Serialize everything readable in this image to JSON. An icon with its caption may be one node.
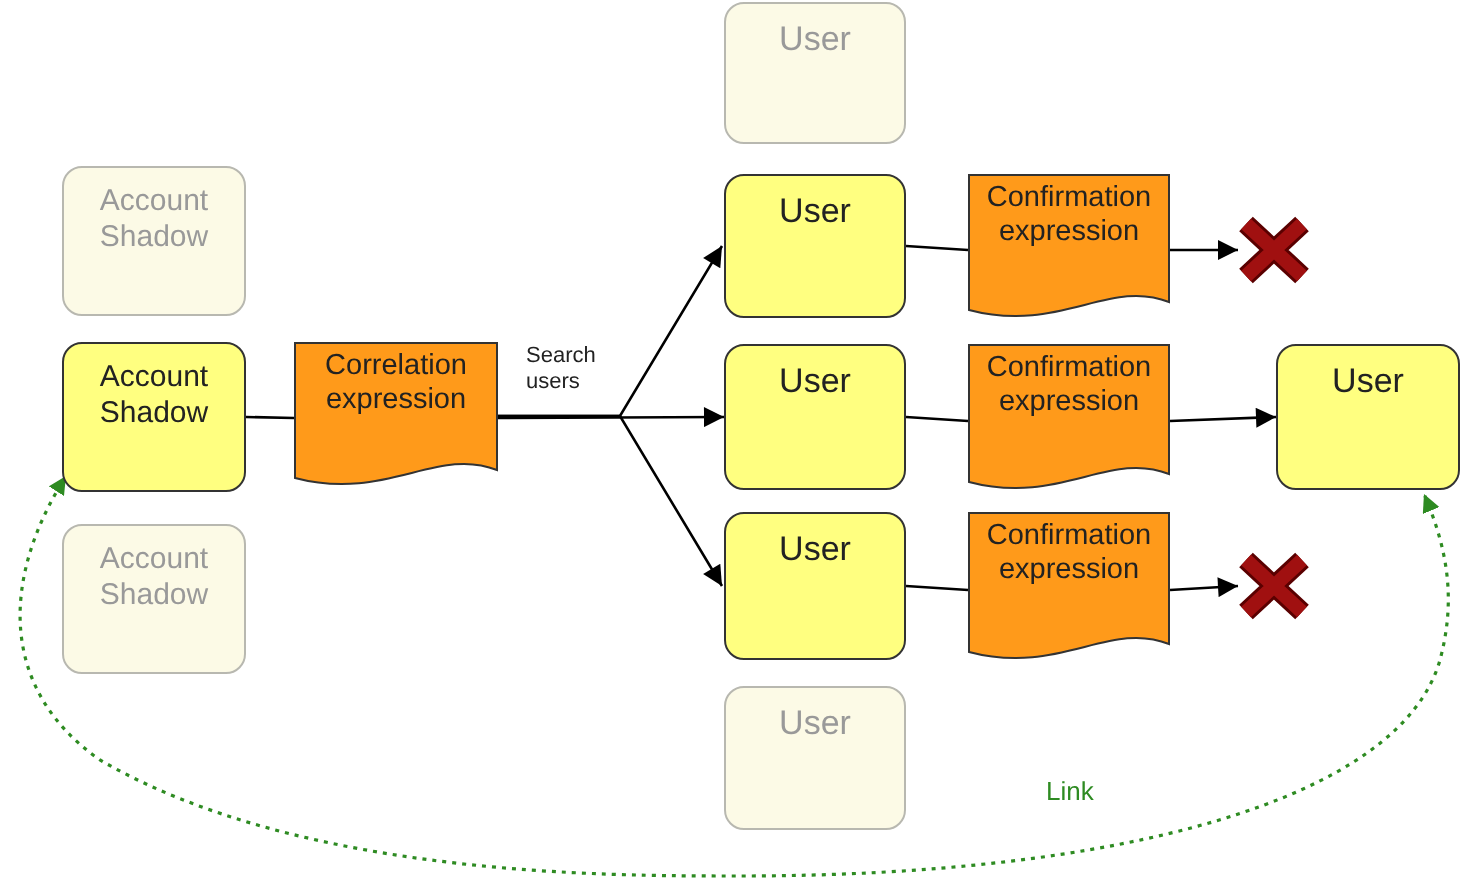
{
  "diagram": {
    "nodes": [
      {
        "text": [
          "Account Shadow"
        ]
      },
      {
        "text": [
          "Account Shadow"
        ]
      },
      {
        "text": [
          "Account Shadow"
        ]
      },
      {
        "text": [
          "Correlation expression"
        ]
      },
      {
        "text": [
          "User"
        ]
      },
      {
        "text": [
          "User"
        ]
      },
      {
        "text": [
          "Confirmation expression"
        ]
      },
      {
        "text": [
          "User"
        ]
      },
      {
        "text": [
          "Confirmation expression"
        ]
      },
      {
        "text": [
          "User"
        ]
      },
      {
        "text": [
          "User"
        ]
      },
      {
        "text": [
          "Confirmation expression"
        ]
      },
      {
        "text": [
          "User"
        ]
      },
      {
        "text": [],
        "shape": "cross"
      },
      {
        "text": [],
        "shape": "cross"
      }
    ],
    "edges": [
      {
        "from": 1,
        "to": 3,
        "arrow": "none"
      },
      {
        "from": 3,
        "to": 5,
        "arrow": "to"
      },
      {
        "from": 3,
        "to": 7,
        "arrow": "to",
        "label": "Search users"
      },
      {
        "from": 3,
        "to": 10,
        "arrow": "to"
      },
      {
        "from": 5,
        "to": 6,
        "arrow": "none"
      },
      {
        "from": 6,
        "to": 13,
        "arrow": "to"
      },
      {
        "from": 7,
        "to": 8,
        "arrow": "none"
      },
      {
        "from": 8,
        "to": 9,
        "arrow": "to"
      },
      {
        "from": 10,
        "to": 11,
        "arrow": "none"
      },
      {
        "from": 11,
        "to": 14,
        "arrow": "to"
      },
      {
        "from": 1,
        "to": 9,
        "arrow": "both",
        "label": "Link",
        "style": "dashed",
        "color": "#2e8b22"
      }
    ]
  }
}
